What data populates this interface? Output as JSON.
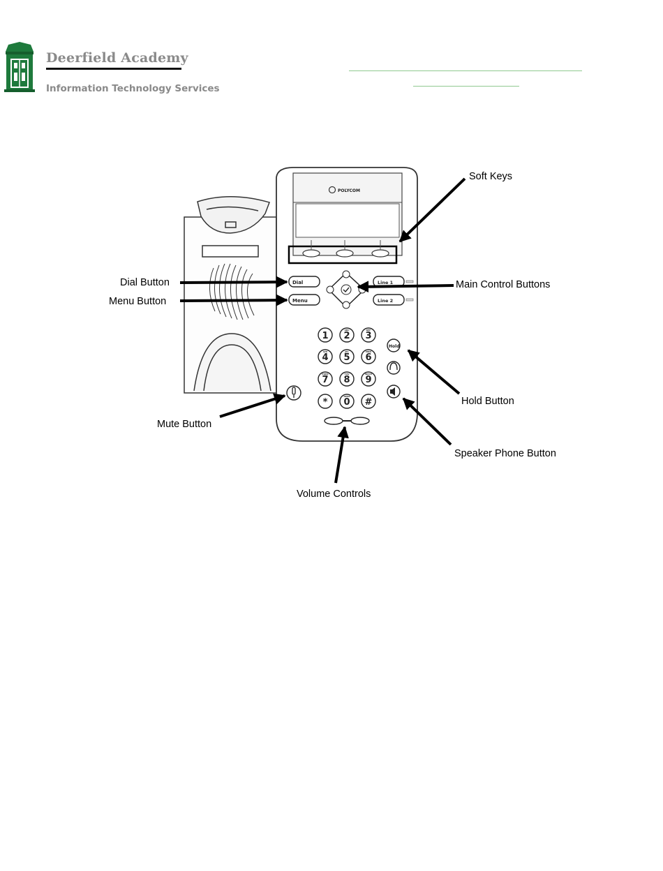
{
  "header": {
    "org_name": "Deerfield Academy",
    "department": "Information Technology Services",
    "logo_icon": "green-door-icon",
    "brand_color": "#1e7a3c",
    "rule_color": "#8fc98f"
  },
  "phone": {
    "brand": "POLYCOM",
    "keys": {
      "dial": "Dial",
      "menu": "Menu",
      "line1": "Line 1",
      "line2": "Line 2",
      "hold": "Hold"
    },
    "keypad": [
      {
        "digit": "1",
        "letters": ""
      },
      {
        "digit": "2",
        "letters": "ABC"
      },
      {
        "digit": "3",
        "letters": "DEF"
      },
      {
        "digit": "4",
        "letters": "GHI"
      },
      {
        "digit": "5",
        "letters": "JKL"
      },
      {
        "digit": "6",
        "letters": "MNO"
      },
      {
        "digit": "7",
        "letters": "PQRS"
      },
      {
        "digit": "8",
        "letters": "TUV"
      },
      {
        "digit": "9",
        "letters": "WXYZ"
      },
      {
        "digit": "*",
        "letters": ""
      },
      {
        "digit": "0",
        "letters": "OPER"
      },
      {
        "digit": "#",
        "letters": ""
      }
    ]
  },
  "callouts": {
    "soft_keys": "Soft Keys",
    "dial_button": "Dial Button",
    "menu_button": "Menu Button",
    "main_control_buttons": "Main Control Buttons",
    "hold_button": "Hold Button",
    "mute_button": "Mute Button",
    "speaker_phone_button": "Speaker Phone Button",
    "volume_controls": "Volume Controls"
  }
}
